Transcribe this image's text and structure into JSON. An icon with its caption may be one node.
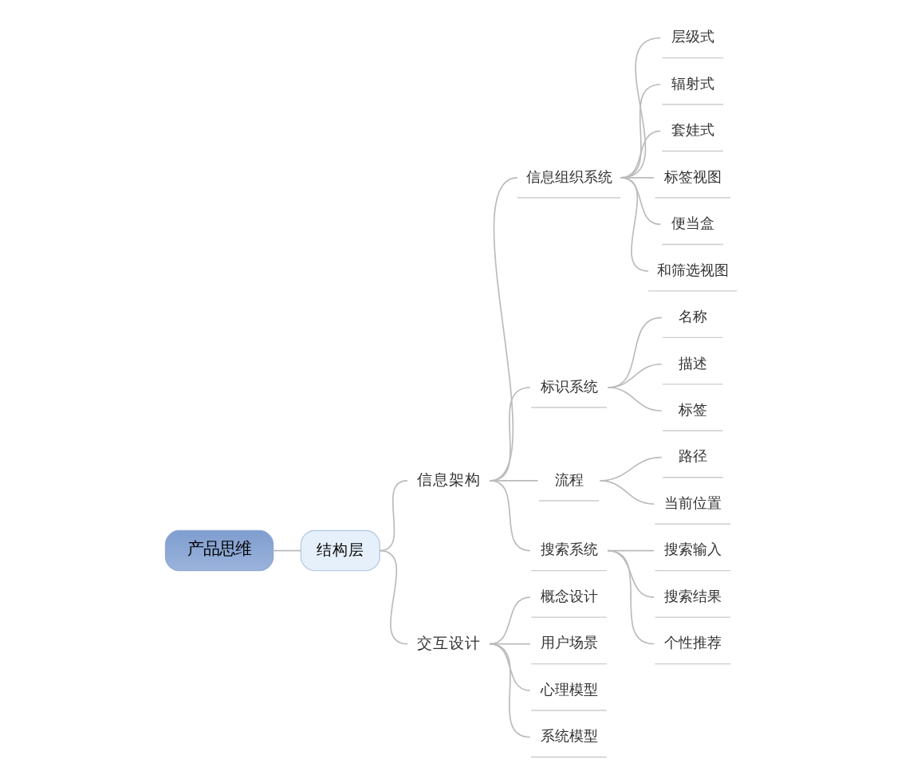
{
  "diagram": {
    "nodes": [
      {
        "text": [
          "产品思维"
        ]
      },
      {
        "text": [
          "结构层"
        ]
      },
      {
        "text": [
          "信息架构"
        ]
      },
      {
        "text": [
          "信息组织系统"
        ]
      },
      {
        "text": [
          "层级式"
        ]
      },
      {
        "text": [
          "辐射式"
        ]
      },
      {
        "text": [
          "套娃式"
        ]
      },
      {
        "text": [
          "标签视图"
        ]
      },
      {
        "text": [
          "便当盒"
        ]
      },
      {
        "text": [
          "和筛选视图"
        ]
      },
      {
        "text": [
          "标识系统"
        ]
      },
      {
        "text": [
          "名称"
        ]
      },
      {
        "text": [
          "描述"
        ]
      },
      {
        "text": [
          "标签"
        ]
      },
      {
        "text": [
          "流程"
        ]
      },
      {
        "text": [
          "路径"
        ]
      },
      {
        "text": [
          "当前位置"
        ]
      },
      {
        "text": [
          "搜索系统"
        ]
      },
      {
        "text": [
          "搜索输入"
        ]
      },
      {
        "text": [
          "搜索结果"
        ]
      },
      {
        "text": [
          "个性推荐"
        ]
      },
      {
        "text": [
          "交互设计"
        ]
      },
      {
        "text": [
          "概念设计"
        ]
      },
      {
        "text": [
          "用户场景"
        ]
      },
      {
        "text": [
          "心理模型"
        ]
      },
      {
        "text": [
          "系统模型"
        ]
      }
    ],
    "edges": [
      {
        "from": 0,
        "to": 1,
        "arrow": "none"
      },
      {
        "from": 1,
        "to": 2,
        "arrow": "none"
      },
      {
        "from": 2,
        "to": 3,
        "arrow": "none"
      },
      {
        "from": 3,
        "to": 4,
        "arrow": "none"
      },
      {
        "from": 3,
        "to": 5,
        "arrow": "none"
      },
      {
        "from": 3,
        "to": 6,
        "arrow": "none"
      },
      {
        "from": 3,
        "to": 7,
        "arrow": "none"
      },
      {
        "from": 3,
        "to": 8,
        "arrow": "none"
      },
      {
        "from": 3,
        "to": 9,
        "arrow": "none"
      },
      {
        "from": 2,
        "to": 10,
        "arrow": "none"
      },
      {
        "from": 10,
        "to": 11,
        "arrow": "none"
      },
      {
        "from": 10,
        "to": 12,
        "arrow": "none"
      },
      {
        "from": 10,
        "to": 13,
        "arrow": "none"
      },
      {
        "from": 2,
        "to": 14,
        "arrow": "none"
      },
      {
        "from": 14,
        "to": 15,
        "arrow": "none"
      },
      {
        "from": 14,
        "to": 16,
        "arrow": "none"
      },
      {
        "from": 2,
        "to": 17,
        "arrow": "none"
      },
      {
        "from": 17,
        "to": 18,
        "arrow": "none"
      },
      {
        "from": 17,
        "to": 19,
        "arrow": "none"
      },
      {
        "from": 17,
        "to": 20,
        "arrow": "none"
      },
      {
        "from": 1,
        "to": 21,
        "arrow": "none"
      },
      {
        "from": 21,
        "to": 22,
        "arrow": "none"
      },
      {
        "from": 21,
        "to": 23,
        "arrow": "none"
      },
      {
        "from": 21,
        "to": 24,
        "arrow": "none"
      },
      {
        "from": 21,
        "to": 25,
        "arrow": "none"
      }
    ]
  }
}
